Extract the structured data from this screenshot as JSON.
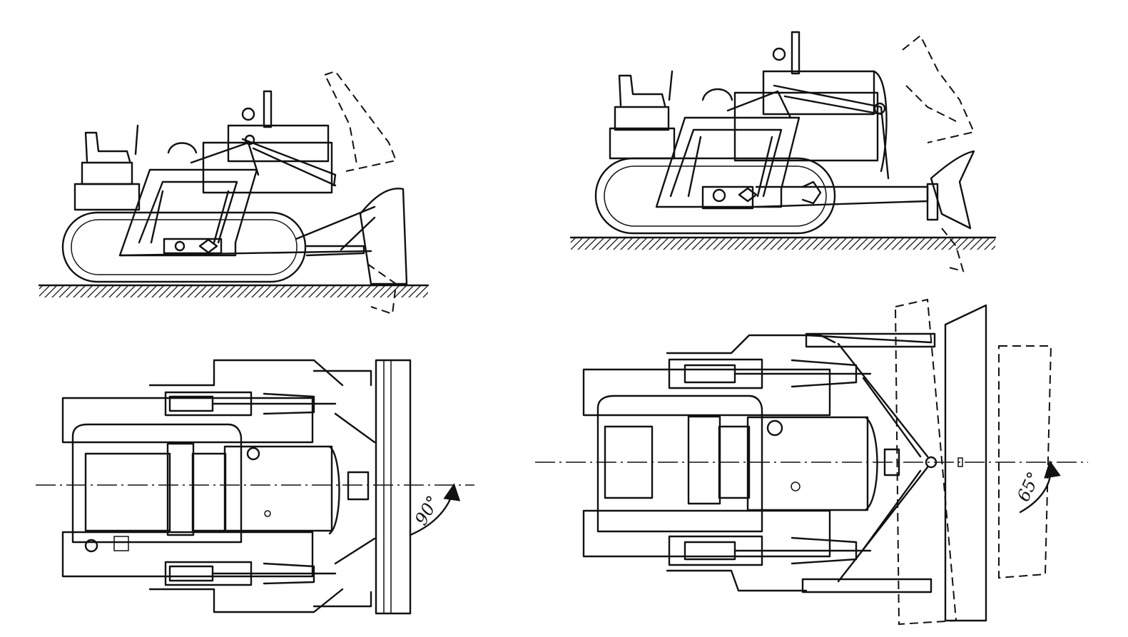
{
  "figure": {
    "views": [
      {
        "name": "side-view-straight-blade"
      },
      {
        "name": "side-view-angled-blade"
      },
      {
        "name": "plan-view-straight-blade",
        "angle_label": "90°"
      },
      {
        "name": "plan-view-angled-blade",
        "angle_label": "65°"
      }
    ]
  }
}
